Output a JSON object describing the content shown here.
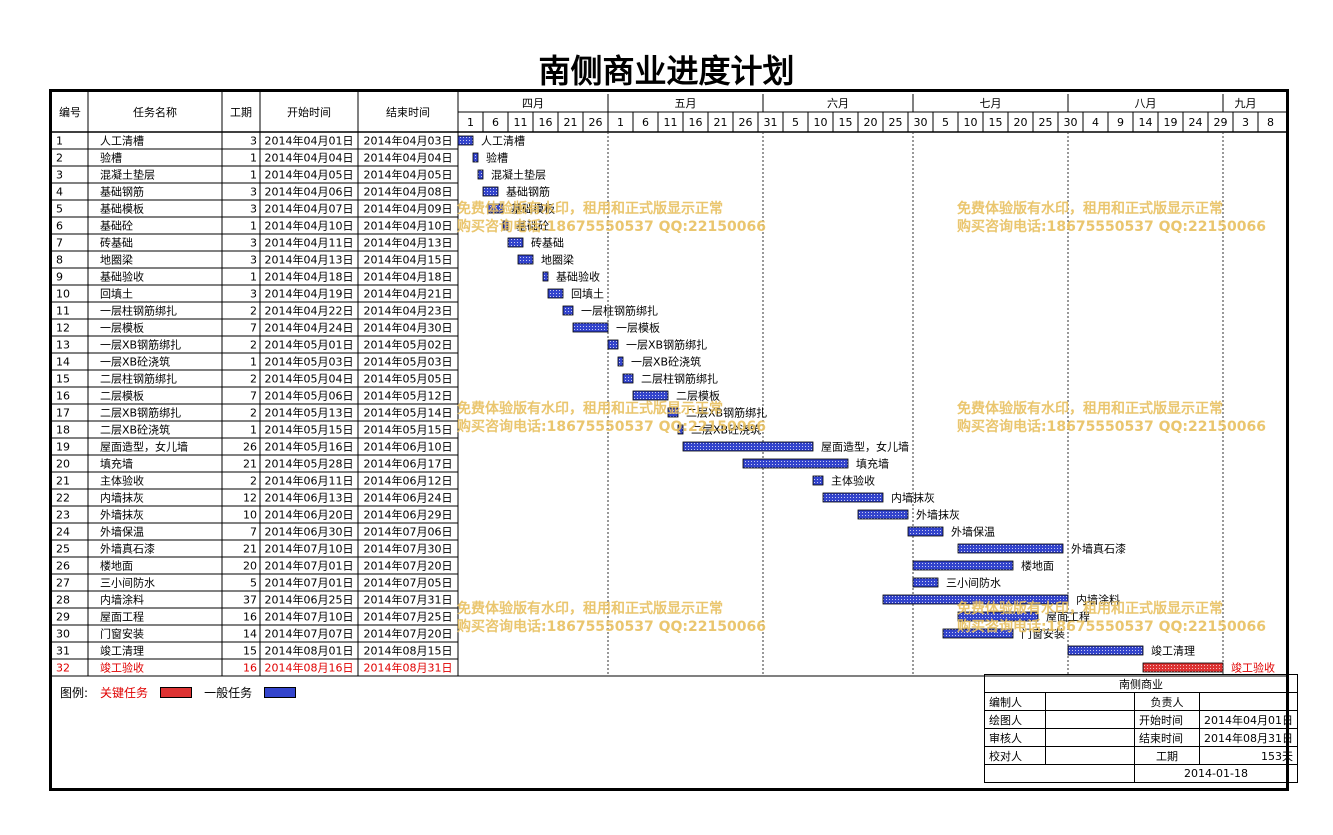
{
  "title": "南侧商业进度计划",
  "columns": [
    "编号",
    "任务名称",
    "工期",
    "开始时间",
    "结束时间"
  ],
  "months": [
    "四月",
    "五月",
    "六月",
    "七月",
    "八月",
    "九月"
  ],
  "day_ticks": [
    "1",
    "6",
    "11",
    "16",
    "21",
    "26",
    "1",
    "6",
    "11",
    "16",
    "21",
    "26",
    "31",
    "5",
    "10",
    "15",
    "20",
    "25",
    "30",
    "5",
    "10",
    "15",
    "20",
    "25",
    "30",
    "4",
    "9",
    "14",
    "19",
    "24",
    "29",
    "3",
    "8"
  ],
  "colors": {
    "normal": "#3344cc",
    "critical": "#dd3333",
    "critical_text": "#e00000",
    "watermark": "#e8c060"
  },
  "chart_data": {
    "type": "gantt",
    "x_start": "2014-04-01",
    "x_end": "2014-09-10",
    "tasks": [
      {
        "id": "1",
        "name": "人工清槽",
        "duration": "3",
        "start": "2014年04月01日",
        "end": "2014年04月03日",
        "s": "2014-04-01",
        "e": "2014-04-03",
        "critical": false
      },
      {
        "id": "2",
        "name": "验槽",
        "duration": "1",
        "start": "2014年04月04日",
        "end": "2014年04月04日",
        "s": "2014-04-04",
        "e": "2014-04-04",
        "critical": false
      },
      {
        "id": "3",
        "name": "混凝土垫层",
        "duration": "1",
        "start": "2014年04月05日",
        "end": "2014年04月05日",
        "s": "2014-04-05",
        "e": "2014-04-05",
        "critical": false
      },
      {
        "id": "4",
        "name": "基础钢筋",
        "duration": "3",
        "start": "2014年04月06日",
        "end": "2014年04月08日",
        "s": "2014-04-06",
        "e": "2014-04-08",
        "critical": false
      },
      {
        "id": "5",
        "name": "基础模板",
        "duration": "3",
        "start": "2014年04月07日",
        "end": "2014年04月09日",
        "s": "2014-04-07",
        "e": "2014-04-09",
        "critical": false
      },
      {
        "id": "6",
        "name": "基础砼",
        "duration": "1",
        "start": "2014年04月10日",
        "end": "2014年04月10日",
        "s": "2014-04-10",
        "e": "2014-04-10",
        "critical": false
      },
      {
        "id": "7",
        "name": "砖基础",
        "duration": "3",
        "start": "2014年04月11日",
        "end": "2014年04月13日",
        "s": "2014-04-11",
        "e": "2014-04-13",
        "critical": false
      },
      {
        "id": "8",
        "name": "地圈梁",
        "duration": "3",
        "start": "2014年04月13日",
        "end": "2014年04月15日",
        "s": "2014-04-13",
        "e": "2014-04-15",
        "critical": false
      },
      {
        "id": "9",
        "name": "基础验收",
        "duration": "1",
        "start": "2014年04月18日",
        "end": "2014年04月18日",
        "s": "2014-04-18",
        "e": "2014-04-18",
        "critical": false
      },
      {
        "id": "10",
        "name": "回填土",
        "duration": "3",
        "start": "2014年04月19日",
        "end": "2014年04月21日",
        "s": "2014-04-19",
        "e": "2014-04-21",
        "critical": false
      },
      {
        "id": "11",
        "name": "一层柱钢筋绑扎",
        "duration": "2",
        "start": "2014年04月22日",
        "end": "2014年04月23日",
        "s": "2014-04-22",
        "e": "2014-04-23",
        "critical": false
      },
      {
        "id": "12",
        "name": "一层模板",
        "duration": "7",
        "start": "2014年04月24日",
        "end": "2014年04月30日",
        "s": "2014-04-24",
        "e": "2014-04-30",
        "critical": false
      },
      {
        "id": "13",
        "name": "一层XB钢筋绑扎",
        "duration": "2",
        "start": "2014年05月01日",
        "end": "2014年05月02日",
        "s": "2014-05-01",
        "e": "2014-05-02",
        "critical": false
      },
      {
        "id": "14",
        "name": "一层XB砼浇筑",
        "duration": "1",
        "start": "2014年05月03日",
        "end": "2014年05月03日",
        "s": "2014-05-03",
        "e": "2014-05-03",
        "critical": false
      },
      {
        "id": "15",
        "name": "二层柱钢筋绑扎",
        "duration": "2",
        "start": "2014年05月04日",
        "end": "2014年05月05日",
        "s": "2014-05-04",
        "e": "2014-05-05",
        "critical": false
      },
      {
        "id": "16",
        "name": "二层模板",
        "duration": "7",
        "start": "2014年05月06日",
        "end": "2014年05月12日",
        "s": "2014-05-06",
        "e": "2014-05-12",
        "critical": false
      },
      {
        "id": "17",
        "name": "二层XB钢筋绑扎",
        "duration": "2",
        "start": "2014年05月13日",
        "end": "2014年05月14日",
        "s": "2014-05-13",
        "e": "2014-05-14",
        "critical": false
      },
      {
        "id": "18",
        "name": "二层XB砼浇筑",
        "duration": "1",
        "start": "2014年05月15日",
        "end": "2014年05月15日",
        "s": "2014-05-15",
        "e": "2014-05-15",
        "critical": false
      },
      {
        "id": "19",
        "name": "屋面造型，女儿墙",
        "duration": "26",
        "start": "2014年05月16日",
        "end": "2014年06月10日",
        "s": "2014-05-16",
        "e": "2014-06-10",
        "critical": false
      },
      {
        "id": "20",
        "name": "填充墙",
        "duration": "21",
        "start": "2014年05月28日",
        "end": "2014年06月17日",
        "s": "2014-05-28",
        "e": "2014-06-17",
        "critical": false
      },
      {
        "id": "21",
        "name": "主体验收",
        "duration": "2",
        "start": "2014年06月11日",
        "end": "2014年06月12日",
        "s": "2014-06-11",
        "e": "2014-06-12",
        "critical": false
      },
      {
        "id": "22",
        "name": "内墙抹灰",
        "duration": "12",
        "start": "2014年06月13日",
        "end": "2014年06月24日",
        "s": "2014-06-13",
        "e": "2014-06-24",
        "critical": false
      },
      {
        "id": "23",
        "name": "外墙抹灰",
        "duration": "10",
        "start": "2014年06月20日",
        "end": "2014年06月29日",
        "s": "2014-06-20",
        "e": "2014-06-29",
        "critical": false
      },
      {
        "id": "24",
        "name": "外墙保温",
        "duration": "7",
        "start": "2014年06月30日",
        "end": "2014年07月06日",
        "s": "2014-06-30",
        "e": "2014-07-06",
        "critical": false
      },
      {
        "id": "25",
        "name": "外墙真石漆",
        "duration": "21",
        "start": "2014年07月10日",
        "end": "2014年07月30日",
        "s": "2014-07-10",
        "e": "2014-07-30",
        "critical": false
      },
      {
        "id": "26",
        "name": "楼地面",
        "duration": "20",
        "start": "2014年07月01日",
        "end": "2014年07月20日",
        "s": "2014-07-01",
        "e": "2014-07-20",
        "critical": false
      },
      {
        "id": "27",
        "name": "三小间防水",
        "duration": "5",
        "start": "2014年07月01日",
        "end": "2014年07月05日",
        "s": "2014-07-01",
        "e": "2014-07-05",
        "critical": false
      },
      {
        "id": "28",
        "name": "内墙涂料",
        "duration": "37",
        "start": "2014年06月25日",
        "end": "2014年07月31日",
        "s": "2014-06-25",
        "e": "2014-07-31",
        "critical": false
      },
      {
        "id": "29",
        "name": "屋面工程",
        "duration": "16",
        "start": "2014年07月10日",
        "end": "2014年07月25日",
        "s": "2014-07-10",
        "e": "2014-07-25",
        "critical": false
      },
      {
        "id": "30",
        "name": "门窗安装",
        "duration": "14",
        "start": "2014年07月07日",
        "end": "2014年07月20日",
        "s": "2014-07-07",
        "e": "2014-07-20",
        "critical": false
      },
      {
        "id": "31",
        "name": "竣工清理",
        "duration": "15",
        "start": "2014年08月01日",
        "end": "2014年08月15日",
        "s": "2014-08-01",
        "e": "2014-08-15",
        "critical": false
      },
      {
        "id": "32",
        "name": "竣工验收",
        "duration": "16",
        "start": "2014年08月16日",
        "end": "2014年08月31日",
        "s": "2014-08-16",
        "e": "2014-08-31",
        "critical": true
      }
    ]
  },
  "legend": {
    "prefix": "图例:",
    "critical": "关键任务",
    "normal": "一般任务"
  },
  "watermark": {
    "line1": "免费体验版有水印，租用和正式版显示正常",
    "line2": "购买咨询电话:18675550537 QQ:22150066"
  },
  "info": {
    "project": "南侧商业",
    "editor": "编制人",
    "owner": "负责人",
    "drawer": "绘图人",
    "start_label": "开始时间",
    "start_value": "2014年04月01日",
    "reviewer": "审核人",
    "end_label": "结束时间",
    "end_value": "2014年08月31日",
    "checker": "校对人",
    "duration_label": "工期",
    "duration_value": "153天",
    "date": "2014-01-18"
  }
}
